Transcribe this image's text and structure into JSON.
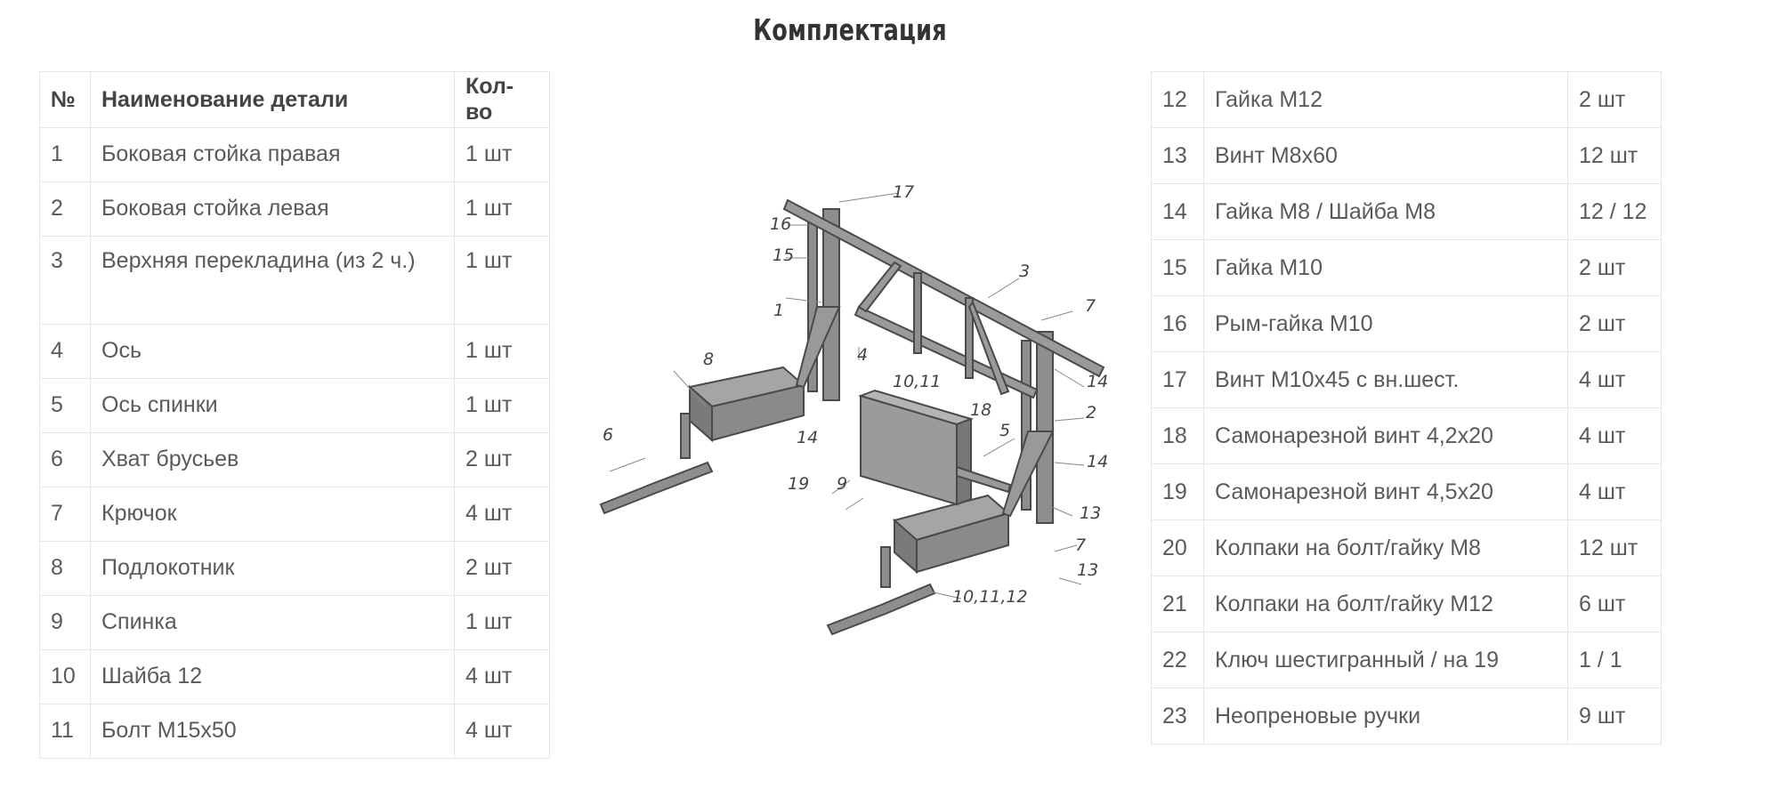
{
  "title": "Комплектация",
  "table_left": {
    "headers": {
      "num": "№",
      "name": "Наименование детали",
      "qty": "Кол-во"
    },
    "rows": [
      {
        "num": "1",
        "name": "Боковая стойка правая",
        "qty": "1 шт"
      },
      {
        "num": "2",
        "name": "Боковая стойка левая",
        "qty": "1 шт"
      },
      {
        "num": "3",
        "name": "Верхняя перекладина (из 2 ч.)",
        "qty": "1 шт"
      },
      {
        "num": "4",
        "name": "Ось",
        "qty": "1 шт"
      },
      {
        "num": "5",
        "name": "Ось спинки",
        "qty": "1 шт"
      },
      {
        "num": "6",
        "name": "Хват брусьев",
        "qty": "2 шт"
      },
      {
        "num": "7",
        "name": "Крючок",
        "qty": "4 шт"
      },
      {
        "num": "8",
        "name": "Подлокотник",
        "qty": "2 шт"
      },
      {
        "num": "9",
        "name": "Спинка",
        "qty": "1 шт"
      },
      {
        "num": "10",
        "name": "Шайба 12",
        "qty": "4 шт"
      },
      {
        "num": "11",
        "name": "Болт М15х50",
        "qty": "4 шт"
      }
    ]
  },
  "table_right": {
    "rows": [
      {
        "num": "12",
        "name": "Гайка М12",
        "qty": "2 шт"
      },
      {
        "num": "13",
        "name": "Винт М8х60",
        "qty": "12 шт"
      },
      {
        "num": "14",
        "name": "Гайка М8 / Шайба М8",
        "qty": "12 / 12"
      },
      {
        "num": "15",
        "name": "Гайка М10",
        "qty": "2 шт"
      },
      {
        "num": "16",
        "name": "Рым-гайка М10",
        "qty": "2 шт"
      },
      {
        "num": "17",
        "name": "Винт М10х45 с вн.шест.",
        "qty": "4 шт"
      },
      {
        "num": "18",
        "name": "Самонарезной винт 4,2х20",
        "qty": "4 шт"
      },
      {
        "num": "19",
        "name": "Самонарезной винт 4,5х20",
        "qty": "4 шт"
      },
      {
        "num": "20",
        "name": "Колпаки на болт/гайку М8",
        "qty": "12 шт"
      },
      {
        "num": "21",
        "name": "Колпаки на болт/гайку М12",
        "qty": "6 шт"
      },
      {
        "num": "22",
        "name": "Ключ шестигранный / на 19",
        "qty": "1 / 1"
      },
      {
        "num": "23",
        "name": "Неопреновые ручки",
        "qty": "9 шт"
      }
    ]
  },
  "diagram": {
    "labels": [
      "17",
      "16",
      "15",
      "1",
      "3",
      "7",
      "8",
      "4",
      "10,11",
      "14",
      "18",
      "2",
      "5",
      "6",
      "14",
      "19",
      "9",
      "14",
      "13",
      "7",
      "13",
      "10,11,12"
    ]
  }
}
